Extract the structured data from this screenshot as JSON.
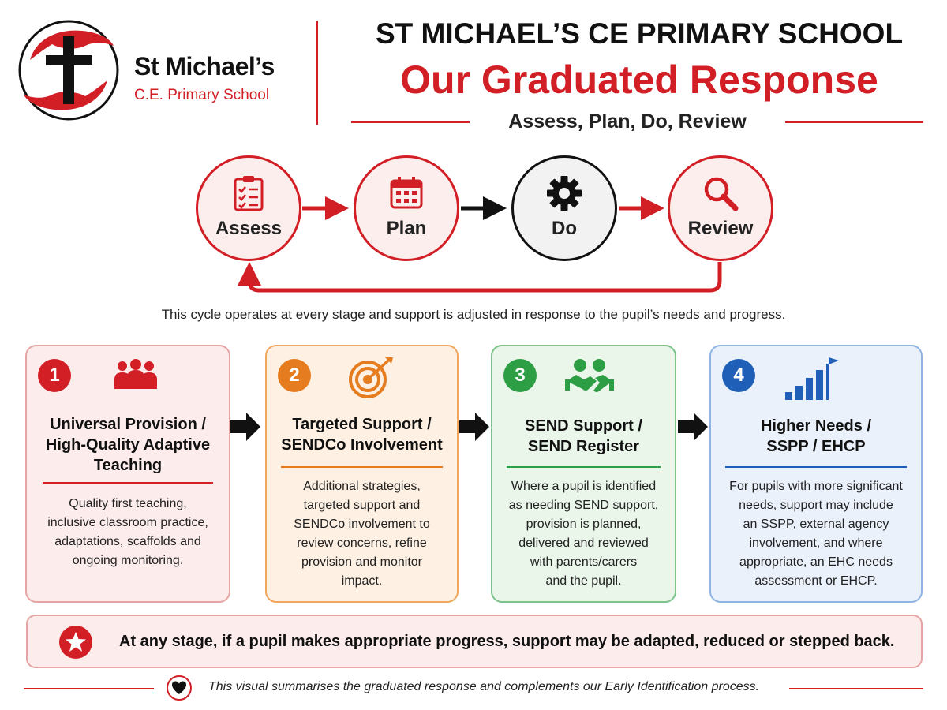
{
  "brand": {
    "name": "St Michael’s",
    "subtitle": "C.E. Primary School"
  },
  "header": {
    "school_title": "ST MICHAEL’S CE PRIMARY SCHOOL",
    "main_title": "Our Graduated Response",
    "tagline": "Assess, Plan, Do, Review"
  },
  "cycle": {
    "steps": [
      {
        "label": "Assess",
        "icon": "clipboard-checklist-icon"
      },
      {
        "label": "Plan",
        "icon": "calendar-icon"
      },
      {
        "label": "Do",
        "icon": "gear-icon"
      },
      {
        "label": "Review",
        "icon": "magnifier-icon"
      }
    ],
    "note": "This cycle operates at every stage and support is adjusted in response to the pupil’s needs and progress."
  },
  "stages": [
    {
      "number": "1",
      "icon": "group-people-icon",
      "color": "#d21f26",
      "title_lines": [
        "Universal Provision /",
        "High-Quality Adaptive",
        "Teaching"
      ],
      "body_lines": [
        "Quality first teaching,",
        "inclusive classroom practice,",
        "adaptations, scaffolds and",
        "ongoing monitoring."
      ]
    },
    {
      "number": "2",
      "icon": "target-arrow-icon",
      "color": "#e57c1f",
      "title_lines": [
        "Targeted Support /",
        "SENDCo Involvement"
      ],
      "body_lines": [
        "Additional strategies,",
        "targeted support and",
        "SENDCo involvement to",
        "review concerns, refine",
        "provision and monitor",
        "impact."
      ]
    },
    {
      "number": "3",
      "icon": "handshake-icon",
      "color": "#2e9e45",
      "title_lines": [
        "SEND Support /",
        "SEND Register"
      ],
      "body_lines": [
        "Where a pupil is identified",
        "as needing SEND support,",
        "provision is planned,",
        "delivered and reviewed",
        "with parents/carers",
        "and the pupil."
      ]
    },
    {
      "number": "4",
      "icon": "bar-chart-flag-icon",
      "color": "#1f5fb8",
      "title_lines": [
        "Higher Needs /",
        "SSPP / EHCP"
      ],
      "body_lines": [
        "For pupils with more significant",
        "needs, support may include",
        "an SSPP, external agency",
        "involvement, and where",
        "appropriate, an EHC needs",
        "assessment or EHCP."
      ]
    }
  ],
  "callout": {
    "icon": "star-icon",
    "text": "At any stage, if a pupil makes appropriate progress, support may be adapted, reduced or stepped back."
  },
  "footer": {
    "icon": "heart-icon",
    "text": "This visual summarises the graduated response and complements our Early Identification process."
  },
  "colors": {
    "red": "#d21f26",
    "orange": "#e57c1f",
    "green": "#2e9e45",
    "blue": "#1f5fb8",
    "black": "#111111"
  }
}
